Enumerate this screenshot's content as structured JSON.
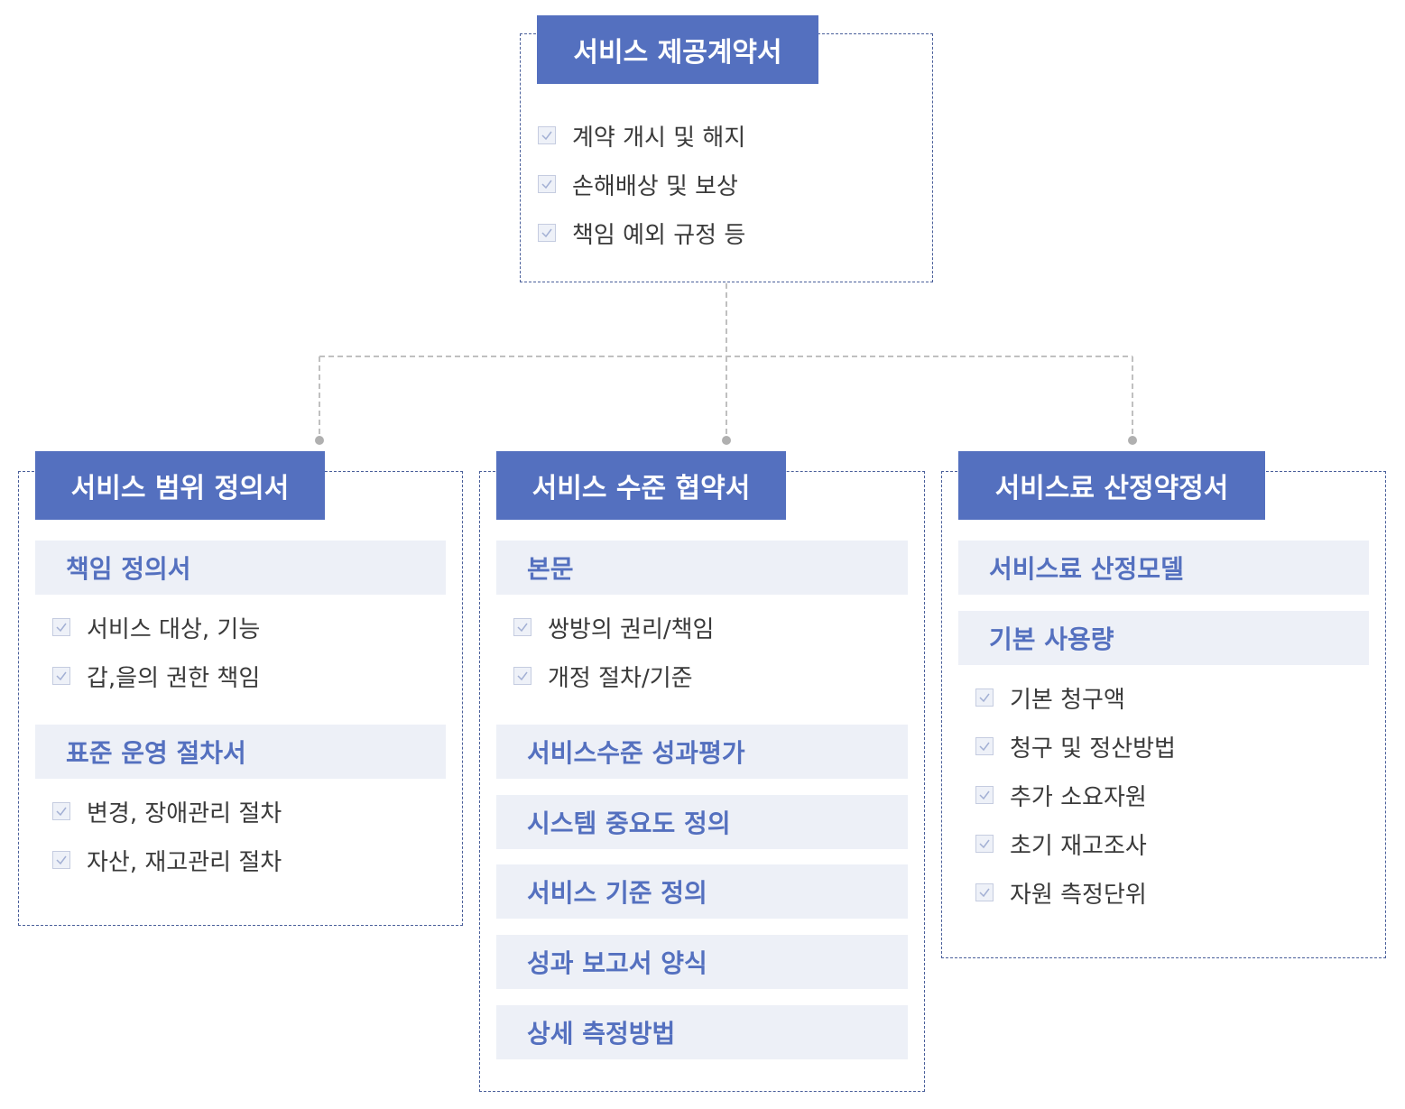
{
  "top": {
    "title": "서비스 제공계약서",
    "items": [
      "계약 개시 및 해지",
      "손해배상 및 보상",
      "책임 예외 규정 등"
    ]
  },
  "left": {
    "title": "서비스 범위 정의서",
    "section1": "책임 정의서",
    "section1_items": [
      "서비스 대상, 기능",
      "갑,을의 권한 책임"
    ],
    "section2": "표준 운영 절차서",
    "section2_items": [
      "변경, 장애관리 절차",
      "자산, 재고관리 절차"
    ]
  },
  "middle": {
    "title": "서비스 수준 협약서",
    "section1": "본문",
    "section1_items": [
      "쌍방의 권리/책임",
      "개정 절차/기준"
    ],
    "sections": [
      "서비스수준 성과평가",
      "시스템 중요도 정의",
      "서비스 기준 정의",
      "성과 보고서 양식",
      "상세 측정방법"
    ]
  },
  "right": {
    "title": "서비스료 산정약정서",
    "section1": "서비스료 산정모델",
    "section2": "기본 사용량",
    "section2_items": [
      "기본 청구액",
      "청구 및 정산방법",
      "추가 소요자원",
      "초기 재고조사",
      "자원 측정단위"
    ]
  },
  "colors": {
    "title_bg": "#5470bf",
    "section_bg": "#edf0f7",
    "section_text": "#5470bf",
    "border": "#4a5f9a",
    "connector": "#c0c0c0"
  },
  "icons": {
    "check": "check-icon"
  }
}
